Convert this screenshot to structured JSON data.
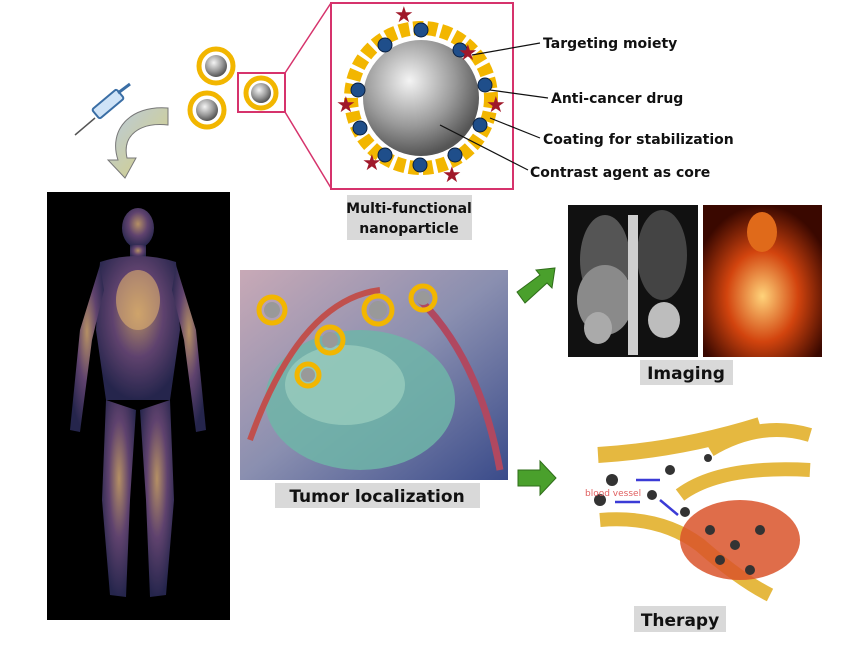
{
  "nanoparticle": {
    "labels": [
      "Targeting moiety",
      "Anti-cancer drug",
      "Coating for stabilization",
      "Contrast agent as core"
    ],
    "caption_line1": "Multi-functional",
    "caption_line2": "nanoparticle"
  },
  "tumor": {
    "caption": "Tumor localization"
  },
  "imaging": {
    "caption": "Imaging"
  },
  "therapy": {
    "caption": "Therapy",
    "vessel_label": "blood vessel"
  },
  "colors": {
    "frame": "#d6336c",
    "arrow_green": "#4aa02c",
    "caption_bg": "#d9d9d9",
    "coating": "#f2b600",
    "drug": "#1f4e8a",
    "targeting": "#a0182a"
  }
}
